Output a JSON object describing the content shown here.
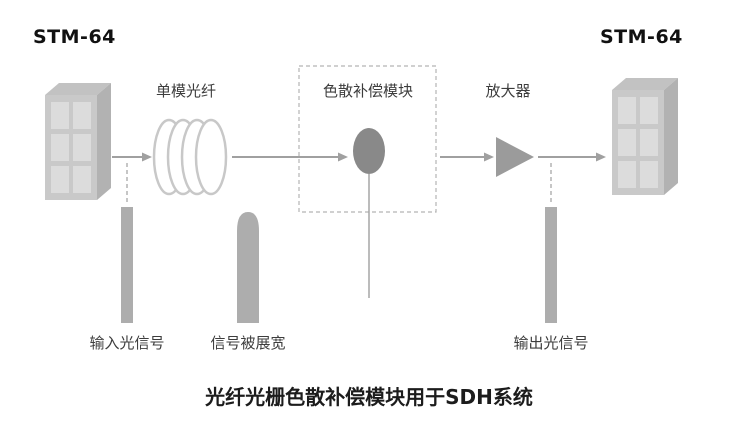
{
  "diagram": {
    "left_node_title": "STM-64",
    "right_node_title": "STM-64",
    "labels": {
      "fiber": "单模光纤",
      "dcm": "色散补偿模块",
      "amplifier": "放大器",
      "input_signal": "输入光信号",
      "broadened_signal": "信号被展宽",
      "output_signal": "输出光信号"
    },
    "caption": "光纤光栅色散补偿模块用于SDH系统",
    "colors": {
      "background": "#ffffff",
      "title_text": "#111111",
      "label_text": "#3d3d3d",
      "arrow": "#a0a0a0",
      "equipment_face": "#c9c9c9",
      "equipment_top": "#c2c2c2",
      "equipment_side": "#b2b2b2",
      "equipment_window": "#dcdcdc",
      "fiber_loop_stroke": "#c8c8c8",
      "dcm_ellipse": "#898989",
      "amplifier_fill": "#9b9b9b",
      "pulse_fill": "#adadad",
      "dashed_line": "#b3b3b3"
    }
  }
}
